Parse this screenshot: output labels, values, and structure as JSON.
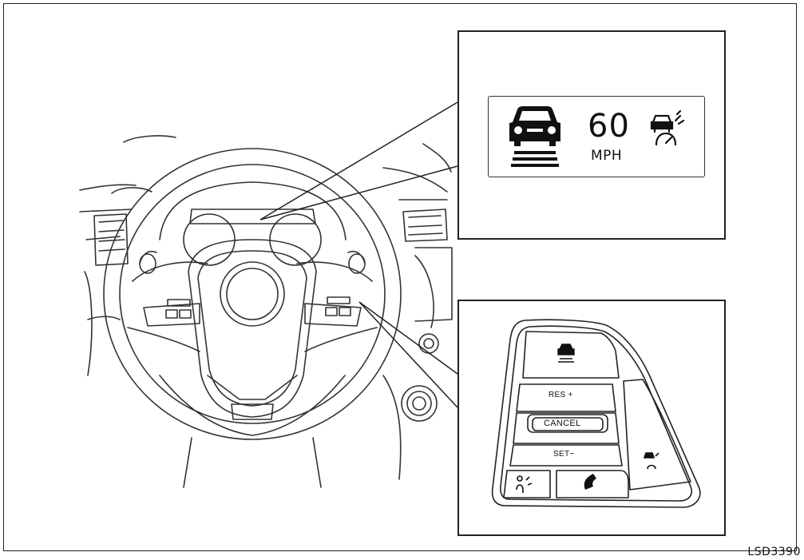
{
  "figure_code": "LSD3390",
  "display": {
    "speed_value": "60",
    "speed_unit": "MPH",
    "icons": [
      "vehicle-ahead-distance-icon",
      "intelligent-cruise-icon"
    ]
  },
  "switch": {
    "res_label": "RES +",
    "cancel_label": "CANCEL",
    "set_label": "SET−",
    "icons": [
      "distance-icon",
      "cruise-icon",
      "phone-icon",
      "voice-icon"
    ]
  }
}
